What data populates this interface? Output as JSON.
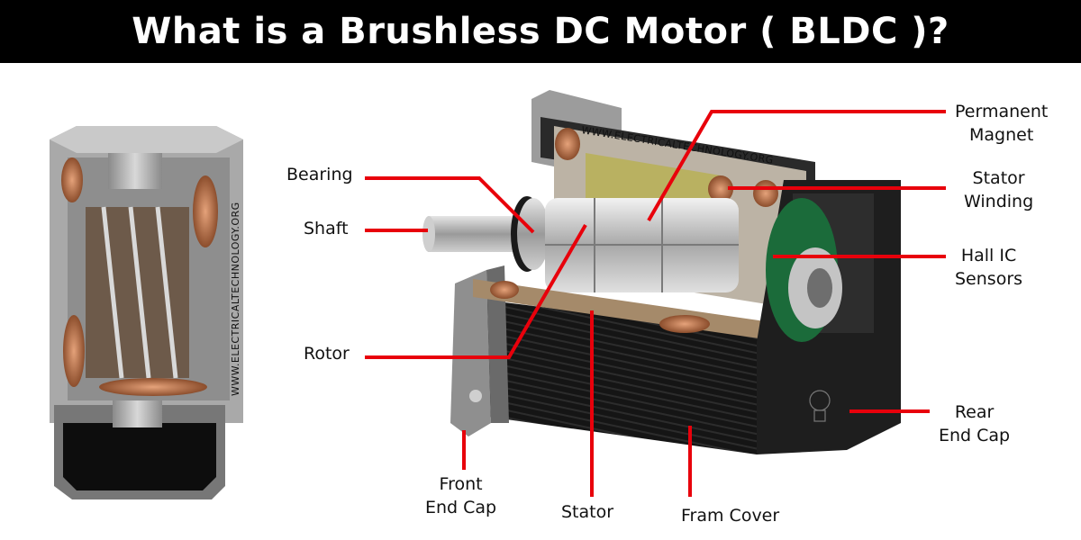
{
  "title": "What is a Brushless DC Motor ( BLDC )?",
  "watermark": "WWW.ELECTRICALTECHNOLOGY.ORG",
  "colors": {
    "leader_line": "#e8000b",
    "title_bg": "#000000",
    "title_text": "#ffffff"
  },
  "labels": {
    "bearing": "Bearing",
    "shaft": "Shaft",
    "rotor": "Rotor",
    "permanent_magnet": [
      "Permanent",
      "Magnet"
    ],
    "stator_winding": [
      "Stator",
      "Winding"
    ],
    "hall_ic_sensors": [
      "Hall IC",
      "Sensors"
    ],
    "rear_end_cap": [
      "Rear",
      "End Cap"
    ],
    "front_end_cap": [
      "Front",
      "End Cap"
    ],
    "stator": "Stator",
    "frame_cover": "Fram Cover"
  }
}
